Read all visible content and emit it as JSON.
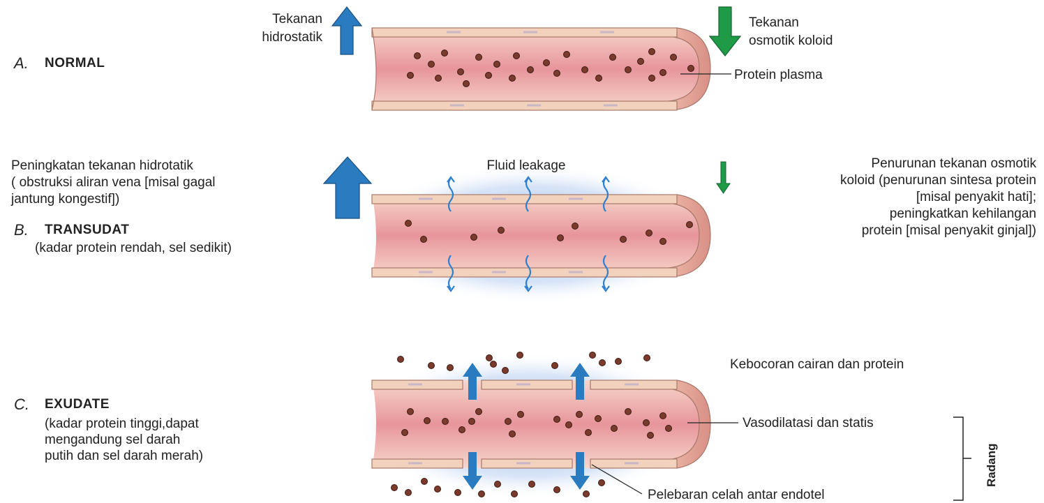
{
  "panel_a": {
    "letter": "A.",
    "title": "NORMAL",
    "label_hydro": [
      "Tekanan",
      "hidrostatik"
    ],
    "label_osmotic": [
      "Tekanan",
      "osmotik koloid"
    ],
    "label_protein": "Protein plasma"
  },
  "panel_b": {
    "letter": "B.",
    "title": "TRANSUDAT",
    "subtitle": "(kadar protein rendah, sel sedikit)",
    "label_hydro": [
      "Peningkatan tekanan hidrotatik",
      "( obstruksi aliran vena [misal gagal",
      "jantung kongestif])"
    ],
    "label_leak": "Fluid leakage",
    "label_osmotic": [
      "Penurunan tekanan osmotik",
      "koloid (penurunan sintesa protein",
      "[misal penyakit hati];",
      "peningkatkan kehilangan",
      "protein [misal penyakit ginjal])"
    ]
  },
  "panel_c": {
    "letter": "C.",
    "title": "EXUDATE",
    "subtitle": [
      "(kadar protein tinggi,dapat",
      "mengandung sel darah",
      "putih dan sel darah merah)"
    ],
    "label_leak": "Kebocoran cairan dan protein",
    "label_vaso": "Vasodilatasi dan statis",
    "label_gap": "Pelebaran celah antar endotel",
    "bracket_label": "Radang"
  },
  "colors": {
    "arrow_blue": "#2a7bc0",
    "arrow_green": "#1f9a46",
    "vessel_wall": "#f2d2bd",
    "vessel_wall_edge": "#a8786a",
    "lumen_center": "#e9929a",
    "lumen_edge": "#f7d3c9",
    "protein_fill": "#7a3a2c",
    "halo": "#7fa8e3"
  }
}
